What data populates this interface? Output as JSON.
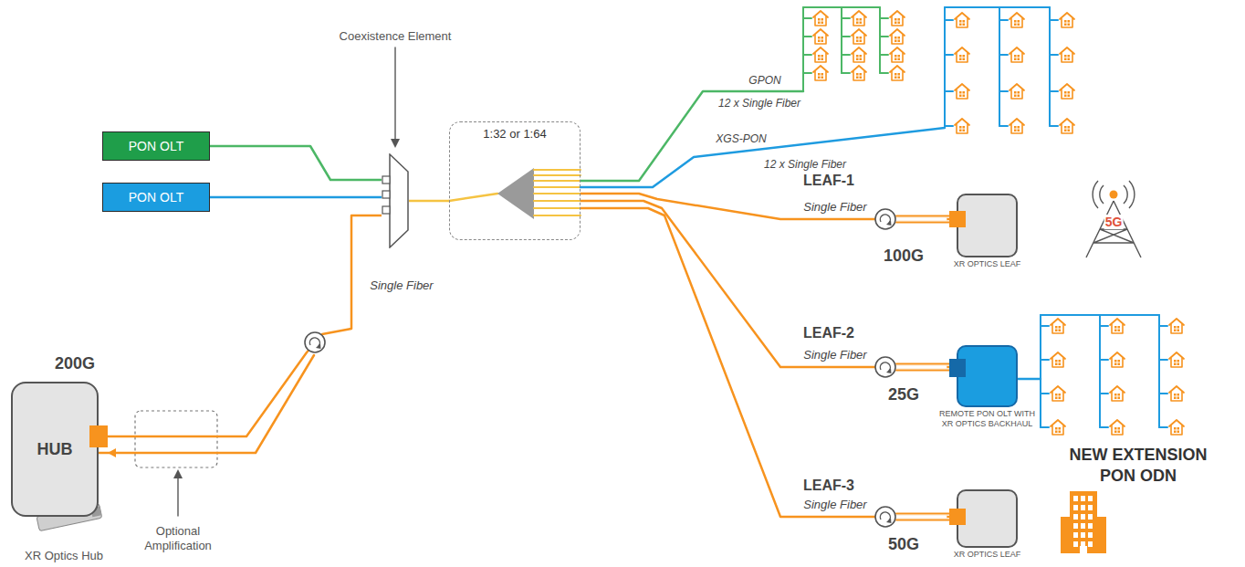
{
  "diagram": {
    "nodes": [
      {
        "text": [
          "PON OLT"
        ]
      },
      {
        "text": [
          "PON OLT"
        ]
      },
      {
        "text": [
          "HUB"
        ]
      },
      {
        "text": [
          "Coexistence Element"
        ]
      },
      {
        "text": [
          "1:32 or 1:64"
        ]
      },
      {
        "text": [
          "XR OPTICS LEAF"
        ]
      },
      {
        "text": [
          "REMOTE PON OLT WITH XR OPTICS BACKHAUL"
        ]
      },
      {
        "text": [
          "XR OPTICS LEAF"
        ]
      }
    ],
    "edges": [
      {
        "from": 0,
        "to": 3,
        "arrow": "none"
      },
      {
        "from": 1,
        "to": 3,
        "arrow": "none"
      },
      {
        "from": 2,
        "to": 3,
        "label": "Single Fiber",
        "arrow": "none"
      },
      {
        "from": 3,
        "to": 4,
        "arrow": "none"
      },
      {
        "from": 4,
        "to": 5,
        "label": "Single Fiber",
        "arrow": "none"
      },
      {
        "from": 4,
        "to": 6,
        "label": "Single Fiber",
        "arrow": "none"
      },
      {
        "from": 4,
        "to": 7,
        "label": "Single Fiber",
        "arrow": "none"
      }
    ],
    "labels": [
      "200G",
      "XR Optics Hub",
      "Optional Amplification",
      "GPON",
      "12 x Single Fiber",
      "XGS-PON",
      "12 x Single Fiber",
      "LEAF-1",
      "100G",
      "5G",
      "LEAF-2",
      "25G",
      "NEW EXTENSION PON ODN",
      "LEAF-3",
      "50G"
    ]
  }
}
